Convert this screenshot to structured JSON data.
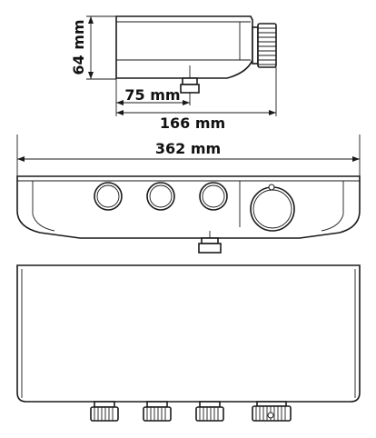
{
  "dimensions": {
    "height_label": "64 mm",
    "depth_small_label": "75 mm",
    "depth_total_label": "166 mm",
    "width_label": "362 mm"
  },
  "front_view": {
    "button_count": 3,
    "knob_count": 1
  },
  "top_view": {
    "knob_count": 4
  }
}
